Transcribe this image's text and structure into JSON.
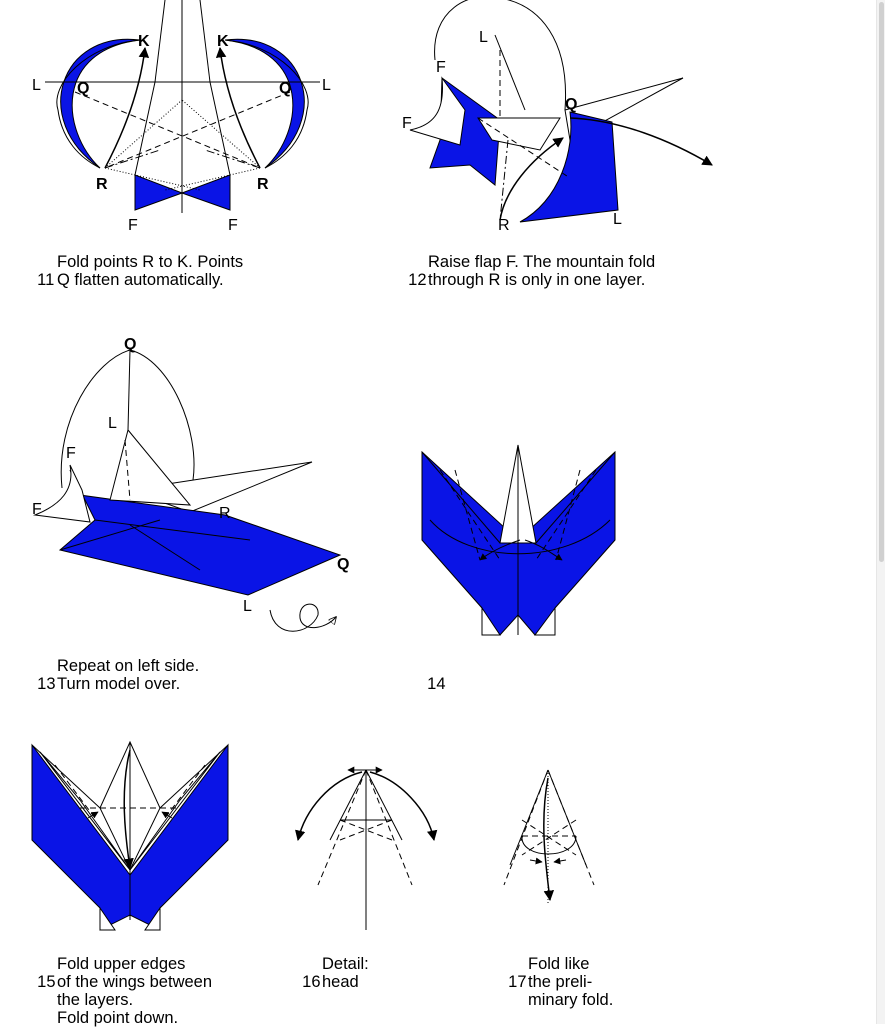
{
  "colors": {
    "paper_color": "#0a14e6",
    "line_color": "#000000",
    "background": "#ffffff"
  },
  "steps": [
    {
      "number": "11",
      "text": "Fold points R to K. Points\nQ flatten automatically."
    },
    {
      "number": "12",
      "text": "Raise flap F. The mountain fold\nthrough R is only in one layer."
    },
    {
      "number": "13",
      "text": "Repeat on left side.\nTurn model over."
    },
    {
      "number": "14",
      "text": ""
    },
    {
      "number": "15",
      "text": "Fold upper edges\nof the wings between\nthe layers.\nFold point down."
    },
    {
      "number": "16",
      "text": "Detail:\nhead"
    },
    {
      "number": "17",
      "text": "Fold like\nthe preli-\nminary fold."
    }
  ],
  "diagram_labels": {
    "d11": [
      "K",
      "K",
      "L",
      "Q",
      "Q",
      "L",
      "R",
      "R",
      "F",
      "F"
    ],
    "d12": [
      "L",
      "F",
      "F",
      "Q",
      "R",
      "L"
    ],
    "d13": [
      "Q",
      "L",
      "F",
      "F",
      "R",
      "Q",
      "L"
    ]
  }
}
